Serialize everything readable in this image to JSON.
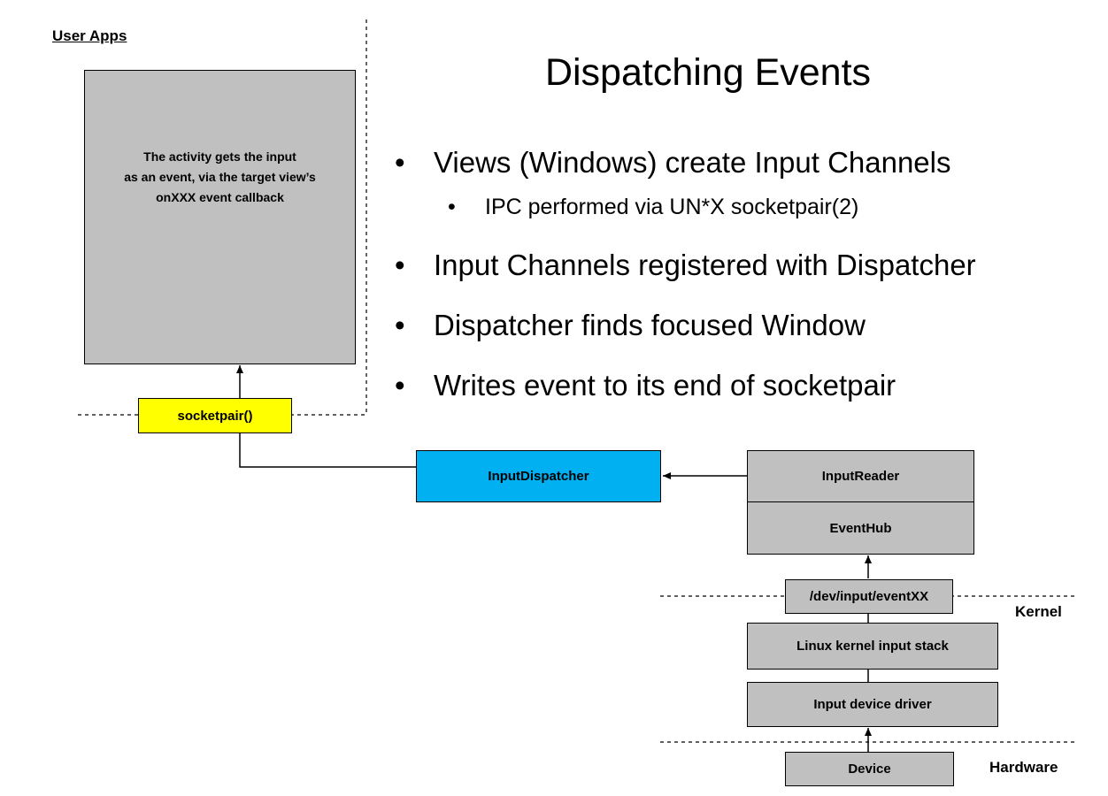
{
  "title": "Dispatching Events",
  "bullets": [
    {
      "text": "Views (Windows) create Input Channels"
    },
    {
      "text": "IPC performed via UN*X socketpair(2)"
    },
    {
      "text": "Input Channels registered with Dispatcher"
    },
    {
      "text": "Dispatcher finds focused Window"
    },
    {
      "text": "Writes event to its end of socketpair"
    }
  ],
  "bullet_glyph": "•",
  "zones": {
    "user_apps": "User Apps",
    "kernel": "Kernel",
    "hardware": "Hardware"
  },
  "boxes": {
    "activity": "The activity gets the input\nas an event, via the target view’s\nonXXX event callback",
    "socketpair": "socketpair()",
    "input_dispatcher": "InputDispatcher",
    "input_reader": "InputReader",
    "event_hub": "EventHub",
    "dev_input": "/dev/input/eventXX",
    "kernel_stack": "Linux kernel input stack",
    "device_driver": "Input device driver",
    "device": "Device"
  },
  "colors": {
    "box_fill": "#c0c0c0",
    "socketpair_fill": "#ffff00",
    "dispatcher_fill": "#00b0f0",
    "line": "#000000"
  }
}
